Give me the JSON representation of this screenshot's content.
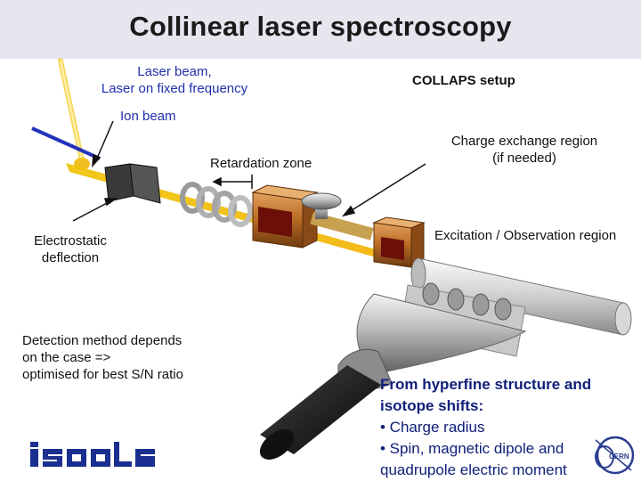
{
  "title": "Collinear laser spectroscopy",
  "labels": {
    "laser_beam_line1": "Laser beam,",
    "laser_beam_line2": "Laser on fixed frequency",
    "collaps_setup": "COLLAPS setup",
    "ion_beam": "Ion beam",
    "retardation_zone": "Retardation zone",
    "charge_exchange_line1": "Charge exchange region",
    "charge_exchange_line2": "(if needed)",
    "electrostatic_line1": "Electrostatic",
    "electrostatic_line2": "deflection",
    "excitation_observation": "Excitation / Observation region",
    "detection_line1": "Detection method depends",
    "detection_line2": "on the case =>",
    "detection_line3": "optimised for best S/N ratio"
  },
  "results": {
    "heading_line1": "From hyperfine structure and",
    "heading_line2": "isotope shifts:",
    "bullet1": "• Charge radius",
    "bullet2_line1": "• Spin, magnetic dipole and",
    "bullet2_line2": "quadrupole electric moment"
  },
  "logos": {
    "isolde": "iSOLDE",
    "cern": "CERN"
  },
  "colors": {
    "title_band": "#e6e6ee",
    "ion_beam": "#2233bb",
    "laser_beam": "#f2c200",
    "copper": "#b5651d",
    "label_blue": "#1f2fae",
    "results_text": "#10207a"
  }
}
